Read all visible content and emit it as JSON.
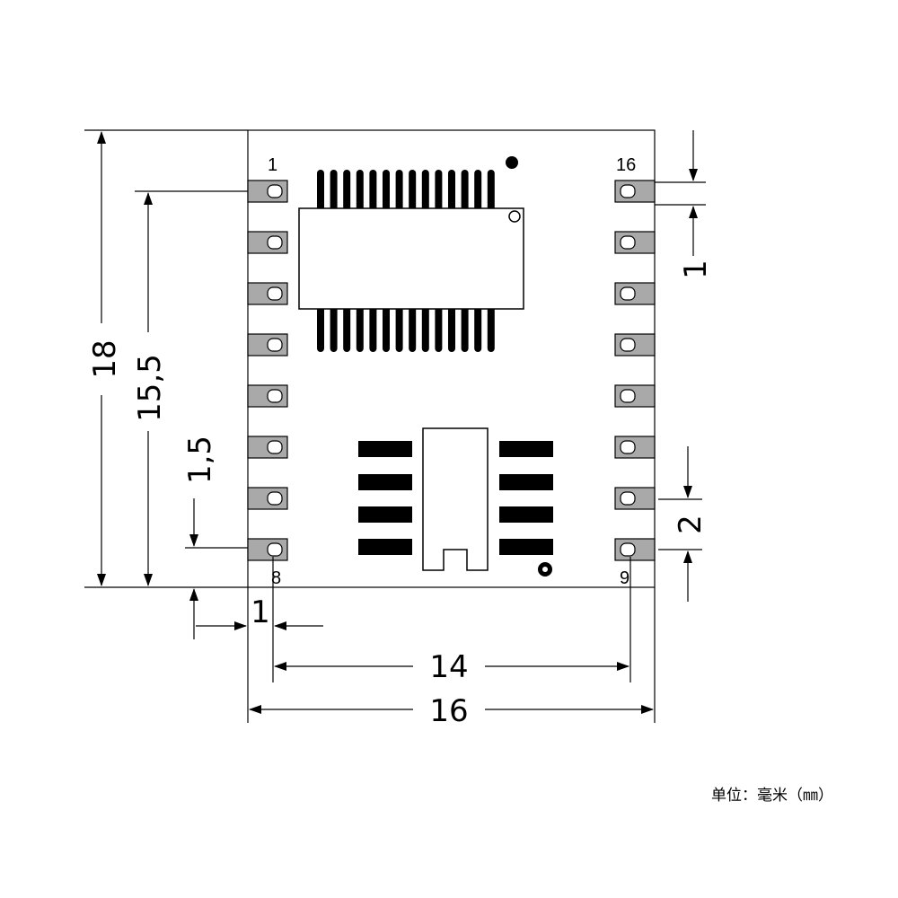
{
  "pin_labels": {
    "pin1": "1",
    "pin16": "16",
    "pin8": "8",
    "pin9": "9"
  },
  "dimensions": {
    "height_total": "18",
    "pin_span_vertical": "15,5",
    "bottom_offset": "1,5",
    "pin_pitch": "1",
    "pin_spacing_right": "2",
    "left_offset": "1",
    "pin_row_width": "14",
    "width_total": "16"
  },
  "unit_label": "单位：毫米（㎜）",
  "colors": {
    "pad": "#a9a9a9",
    "ink": "#000000"
  }
}
